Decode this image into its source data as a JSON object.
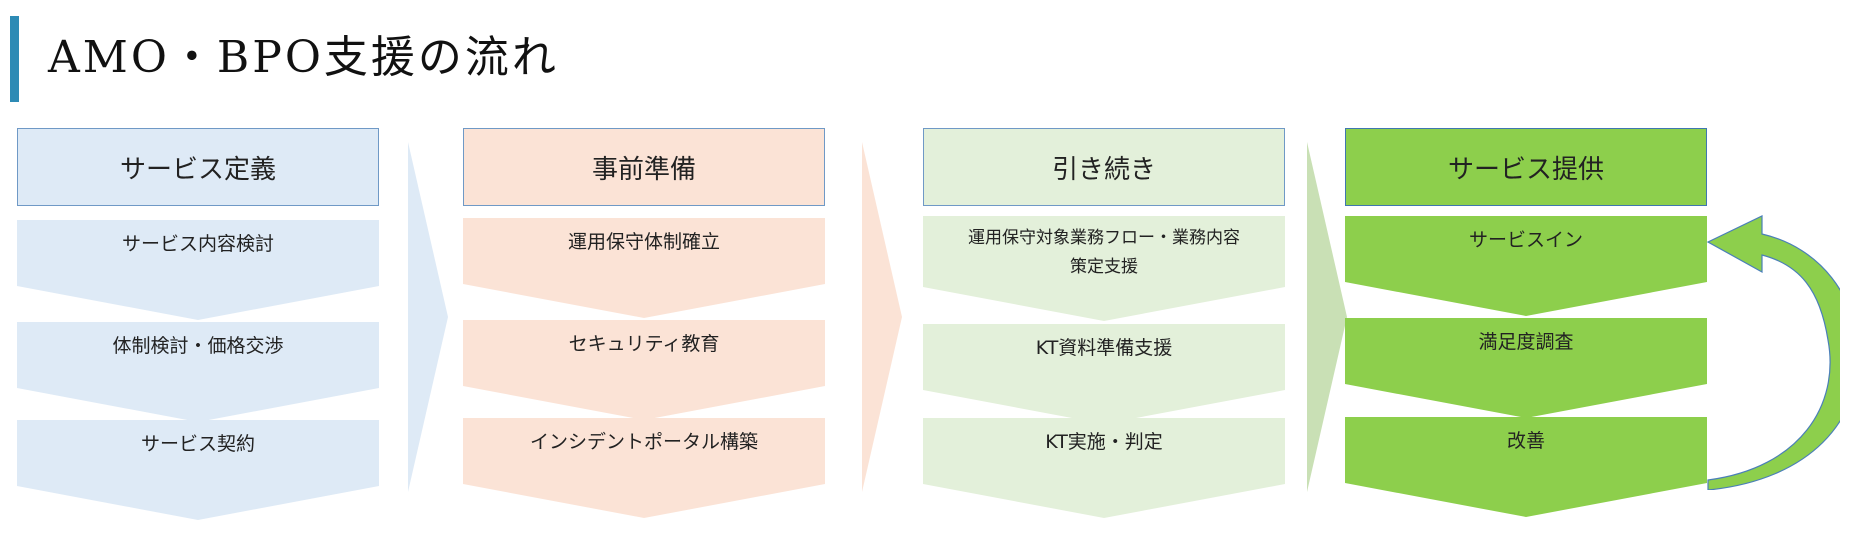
{
  "title": "AMO・BPO支援の流れ",
  "colors": {
    "accent": "#2e8bb5",
    "phase1_fill": "#deeaf6",
    "phase1_border": "#6f99c6",
    "phase2_fill": "#fbe3d6",
    "phase2_border": "#6f99c6",
    "phase3_fill": "#e3f0da",
    "phase3_border": "#6f99c6",
    "phase4_fill": "#8dcf4c",
    "phase4_border": "#3f77b0",
    "loop_arrow": "#8dcf4c"
  },
  "phases": [
    {
      "title": "サービス定義",
      "steps": [
        "サービス内容検討",
        "体制検討・価格交渉",
        "サービス契約"
      ]
    },
    {
      "title": "事前準備",
      "steps": [
        "運用保守体制確立",
        "セキュリティ教育",
        "インシデントポータル構築"
      ]
    },
    {
      "title": "引き続き",
      "steps": [
        "運用保守対象業務フロー・業務内容\n策定支援",
        "KT資料準備支援",
        "KT実施・判定"
      ]
    },
    {
      "title": "サービス提供",
      "steps": [
        "サービスイン",
        "満足度調査",
        "改善"
      ]
    }
  ]
}
